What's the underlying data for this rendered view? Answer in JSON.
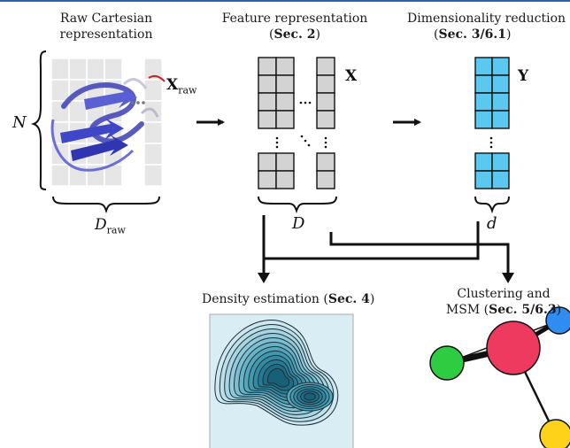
{
  "top_rule_color": "#2f5fa8",
  "colors": {
    "raw_grid": "#e6e6e6",
    "feature_cells": "#d3d3d3",
    "reduced_cells": "#5bc8f0",
    "density_bg": "#d9eef4",
    "protein": "#3b3fb5",
    "arrow": "#111111",
    "node_green": "#2ecc40",
    "node_red": "#ee3a5f",
    "node_blue": "#2f8cf0",
    "node_yellow": "#ffd21a"
  },
  "labels": {
    "raw_line1": "Raw Cartesian",
    "raw_line2": "representation",
    "feat_line1": "Feature representation",
    "feat_sec_open": "(",
    "feat_sec": "Sec. 2",
    "feat_sec_close": ")",
    "dim_line1": "Dimensionality reduction",
    "dim_sec_open": "(",
    "dim_sec": "Sec. 3/6.1",
    "dim_sec_close": ")",
    "density_prefix": "Density estimation (",
    "density_sec": "Sec. 4",
    "density_suffix": ")",
    "cluster_line1": "Clustering and",
    "cluster_prefix": "MSM (",
    "cluster_sec": "Sec. 5/6.3",
    "cluster_suffix": ")"
  },
  "math": {
    "n": "N",
    "x_raw_main": "X",
    "x_raw_sub": "raw",
    "d_raw_main": "D",
    "d_raw_sub": "raw",
    "x": "X",
    "d_big": "D",
    "y": "Y",
    "d_small": "d"
  },
  "icons": {
    "protein": "protein-ribbon-icon",
    "density": "density-contour-icon",
    "graph": "msm-graph-icon"
  }
}
